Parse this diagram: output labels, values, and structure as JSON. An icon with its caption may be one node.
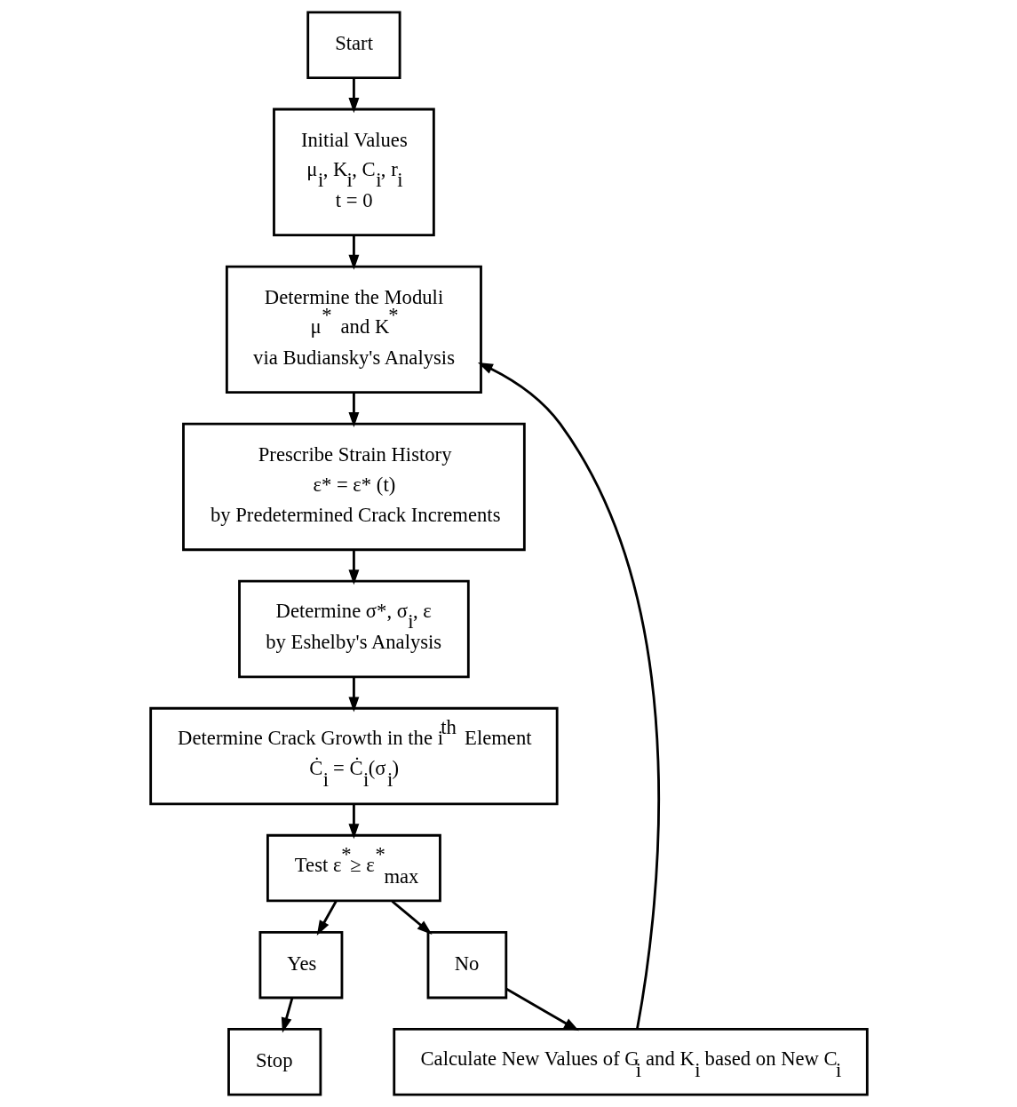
{
  "diagram": {
    "nodes": [
      {
        "text": [
          "Start"
        ]
      },
      {
        "text": [
          "Initial Values",
          "μ$_{i}$, K$_{i}$, C$_{i}$, r$_{i}$",
          "t = 0"
        ]
      },
      {
        "text": [
          "Determine the Moduli",
          "μ$^{*}$ and K$^{*}$",
          "via Budiansky's Analysis"
        ]
      },
      {
        "text": [
          "Prescribe Strain History",
          "ε* = ε* (t)",
          "by Predetermined Crack Increments"
        ]
      },
      {
        "text": [
          "Determine σ*, σ$_{i}$, ε",
          "by Eshelby's Analysis"
        ]
      },
      {
        "text": [
          "Determine Crack Growth in the i$^{th}$ Element",
          "Ċ$_{i}$ = Ċ$_{i}$(σ$_{i}$)"
        ]
      },
      {
        "text": [
          "Test ε$^{*}$≥ ε$^{*}$$_{max}$"
        ]
      },
      {
        "text": [
          "Yes"
        ]
      },
      {
        "text": [
          "Stop"
        ]
      },
      {
        "text": [
          "No"
        ]
      },
      {
        "text": [
          "Calculate New Values of G$_{i}$ and K$_{i}$ based on New C$_{i}$"
        ]
      }
    ],
    "edges": [
      {
        "from": 0,
        "to": 1,
        "arrow": "to"
      },
      {
        "from": 1,
        "to": 2,
        "arrow": "to"
      },
      {
        "from": 2,
        "to": 3,
        "arrow": "to"
      },
      {
        "from": 3,
        "to": 4,
        "arrow": "to"
      },
      {
        "from": 4,
        "to": 5,
        "arrow": "to"
      },
      {
        "from": 5,
        "to": 6,
        "arrow": "to"
      },
      {
        "from": 6,
        "to": 9,
        "arrow": "to"
      },
      {
        "from": 9,
        "to": 10,
        "arrow": "to"
      },
      {
        "from": 10,
        "to": 2,
        "arrow": "to"
      },
      {
        "from": 6,
        "to": 7,
        "arrow": "to"
      },
      {
        "from": 7,
        "to": 8,
        "arrow": "to"
      }
    ]
  }
}
